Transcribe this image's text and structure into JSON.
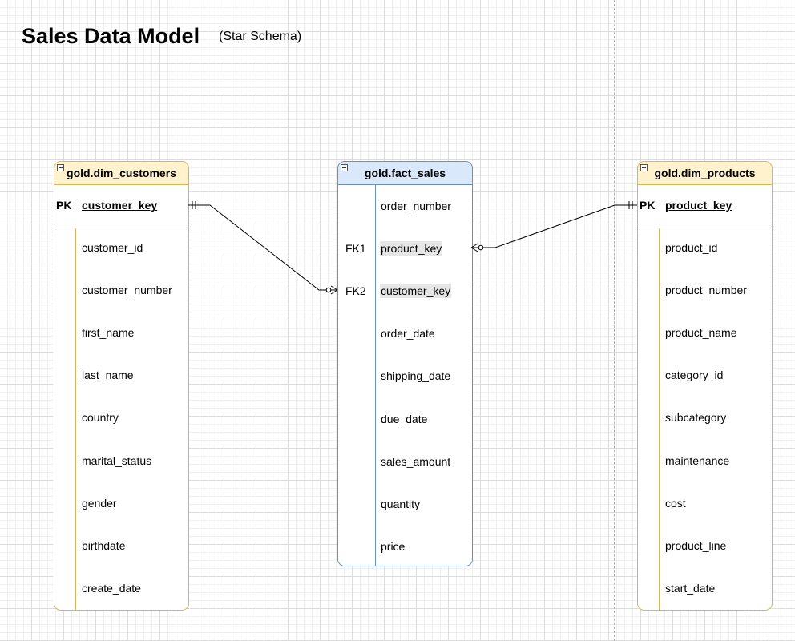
{
  "title": "Sales Data Model",
  "subtitle": "(Star Schema)",
  "colors": {
    "dim_fill": "#fff2cc",
    "dim_stroke": "#d6b656",
    "fact_fill": "#dae8fc",
    "fact_stroke": "#6c8ebf"
  },
  "customers": {
    "name": "gold.dim_customers",
    "pk_label": "PK",
    "pk_field": "customer_key",
    "fields": [
      "customer_id",
      "customer_number",
      "first_name",
      "last_name",
      "country",
      "marital_status",
      "gender",
      "birthdate",
      "create_date"
    ]
  },
  "fact": {
    "name": "gold.fact_sales",
    "rows": [
      {
        "key": "",
        "field": "order_number"
      },
      {
        "key": "FK1",
        "field": "product_key"
      },
      {
        "key": "FK2",
        "field": "customer_key"
      },
      {
        "key": "",
        "field": "order_date"
      },
      {
        "key": "",
        "field": "shipping_date"
      },
      {
        "key": "",
        "field": "due_date"
      },
      {
        "key": "",
        "field": "sales_amount"
      },
      {
        "key": "",
        "field": "quantity"
      },
      {
        "key": "",
        "field": "price"
      }
    ]
  },
  "products": {
    "name": "gold.dim_products",
    "pk_label": "PK",
    "pk_field": "product_key",
    "fields": [
      "product_id",
      "product_number",
      "product_name",
      "category_id",
      "subcategory",
      "maintenance",
      "cost",
      "product_line",
      "start_date"
    ]
  },
  "relationships": [
    {
      "from": "gold.dim_customers.customer_key",
      "to": "gold.fact_sales.customer_key",
      "from_end": "one-and-only-one",
      "to_end": "zero-or-many"
    },
    {
      "from": "gold.dim_products.product_key",
      "to": "gold.fact_sales.product_key",
      "from_end": "one-and-only-one",
      "to_end": "zero-or-many"
    }
  ]
}
